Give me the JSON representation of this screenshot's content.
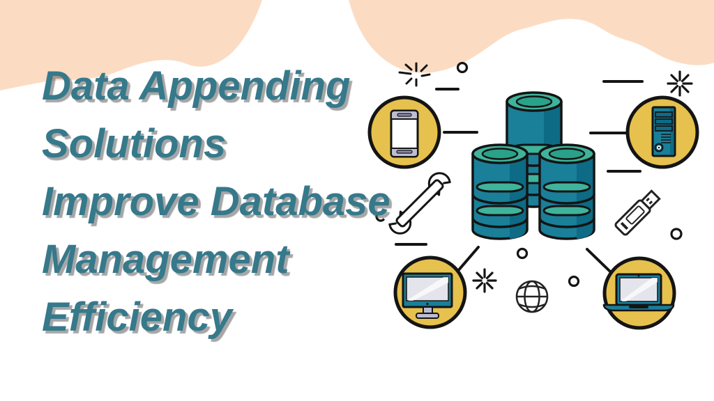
{
  "banner": {
    "title_lines": [
      "Data Appending",
      "Solutions",
      "Improve Database",
      "Management",
      "Efficiency"
    ]
  },
  "palette": {
    "background": "#ffffff",
    "blob_peach": "#fbdcc3",
    "title_teal": "#36798b",
    "title_shadow": "#a3a3a3",
    "db_teal": "#1a7f99",
    "db_teal_dark": "#0d6b85",
    "db_teal_light": "#3fb39b",
    "db_inner_ellipse": "#2aa189",
    "badge_yellow": "#e6c14d",
    "outline_black": "#141414",
    "accent_lavender": "#bcbcd4",
    "screen_gray": "#e4e4ec"
  },
  "illustration": {
    "center_icon": "database-stack-icon",
    "badges": [
      {
        "icon": "smartphone-icon",
        "position": "top-left"
      },
      {
        "icon": "server-tower-icon",
        "position": "top-right"
      },
      {
        "icon": "desktop-monitor-icon",
        "position": "bottom-left"
      },
      {
        "icon": "laptop-icon",
        "position": "bottom-right"
      }
    ],
    "decorations": [
      "wrench-icon",
      "usb-drive-icon",
      "globe-icon",
      "sparkle-icon",
      "dot-icon",
      "dash-line",
      "connector-line"
    ]
  }
}
